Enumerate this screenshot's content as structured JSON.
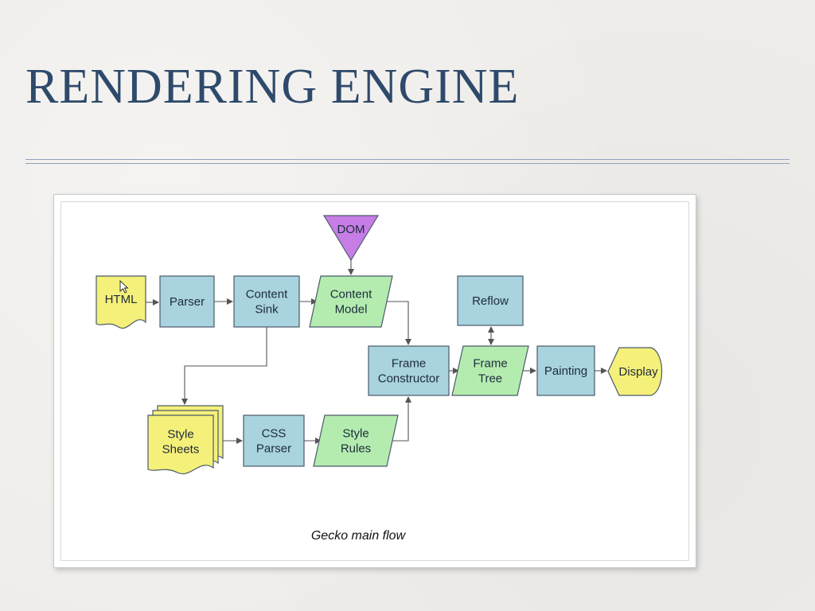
{
  "slide": {
    "title": "RENDERING ENGINE"
  },
  "diagram": {
    "caption": "Gecko main flow",
    "colors": {
      "process": "#a9d3de",
      "data": "#b4ecb0",
      "document": "#f5f07a",
      "dom": "#c67ee6",
      "stroke": "#4a5a6a",
      "edge": "#555555"
    },
    "nodes": {
      "html": {
        "lines": [
          "HTML"
        ],
        "shape": "document",
        "icon": "cursor-icon"
      },
      "parser": {
        "lines": [
          "Parser"
        ],
        "shape": "process"
      },
      "content_sink": {
        "lines": [
          "Content",
          "Sink"
        ],
        "shape": "process"
      },
      "content_model": {
        "lines": [
          "Content",
          "Model"
        ],
        "shape": "data"
      },
      "dom": {
        "lines": [
          "DOM"
        ],
        "shape": "triangle"
      },
      "reflow": {
        "lines": [
          "Reflow"
        ],
        "shape": "process"
      },
      "frame_constructor": {
        "lines": [
          "Frame",
          "Constructor"
        ],
        "shape": "process"
      },
      "frame_tree": {
        "lines": [
          "Frame",
          "Tree"
        ],
        "shape": "data"
      },
      "painting": {
        "lines": [
          "Painting"
        ],
        "shape": "process"
      },
      "display": {
        "lines": [
          "Display"
        ],
        "shape": "display"
      },
      "style_sheets": {
        "lines": [
          "Style",
          "Sheets"
        ],
        "shape": "multi-document"
      },
      "css_parser": {
        "lines": [
          "CSS",
          "Parser"
        ],
        "shape": "process"
      },
      "style_rules": {
        "lines": [
          "Style",
          "Rules"
        ],
        "shape": "data"
      }
    },
    "edges": [
      {
        "from": "html",
        "to": "parser"
      },
      {
        "from": "parser",
        "to": "content_sink"
      },
      {
        "from": "content_sink",
        "to": "content_model"
      },
      {
        "from": "dom",
        "to": "content_model"
      },
      {
        "from": "content_model",
        "to": "frame_constructor"
      },
      {
        "from": "content_sink",
        "to": "style_sheets"
      },
      {
        "from": "style_sheets",
        "to": "css_parser"
      },
      {
        "from": "css_parser",
        "to": "style_rules"
      },
      {
        "from": "style_rules",
        "to": "frame_constructor"
      },
      {
        "from": "frame_constructor",
        "to": "frame_tree"
      },
      {
        "from": "frame_tree",
        "to": "reflow",
        "bidirectional": true
      },
      {
        "from": "frame_tree",
        "to": "painting"
      },
      {
        "from": "painting",
        "to": "display"
      }
    ]
  }
}
